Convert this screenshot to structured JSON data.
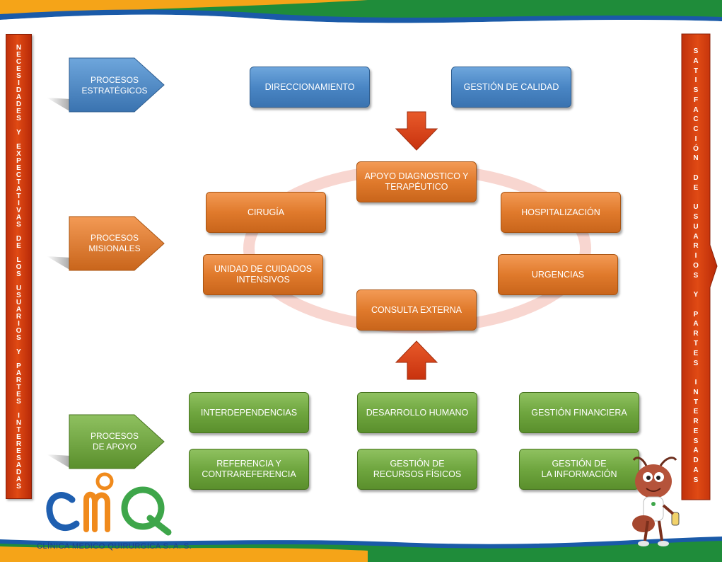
{
  "left_sidebar": {
    "text": "NECESIDADES Y EXPECTATIVAS DE LOS USUARIOS Y PARTES INTERESADAS"
  },
  "right_sidebar": {
    "text": "SATISFACCIÓN DE USUARIOS Y PARTES INTERESADAS"
  },
  "categories": {
    "strategic": {
      "label": "PROCESOS\nESTRATÉGICOS",
      "color": "#4a86c5"
    },
    "missional": {
      "label": "PROCESOS\nMISIONALES",
      "color": "#e07a2c"
    },
    "support": {
      "label": "PROCESOS\nDE APOYO",
      "color": "#6fa63f"
    }
  },
  "strategic_processes": [
    "DIRECCIONAMIENTO",
    "GESTIÓN DE CALIDAD"
  ],
  "missional_processes": {
    "top": "APOYO DIAGNOSTICO Y\nTERAPÉUTICO",
    "left_top": "CIRUGÍA",
    "left_bottom": "UNIDAD DE CUIDADOS\nINTENSIVOS",
    "right_top": "HOSPITALIZACIÓN",
    "right_bottom": "URGENCIAS",
    "bottom": "CONSULTA EXTERNA"
  },
  "support_processes": [
    "INTERDEPENDENCIAS",
    "DESARROLLO HUMANO",
    "GESTIÓN FINANCIERA",
    "REFERENCIA Y\nCONTRAREFERENCIA",
    "GESTIÓN DE\nRECURSOS FÍSICOS",
    "GESTIÓN DE\nLA INFORMACIÓN"
  ],
  "logo": {
    "letters": "CMQ",
    "name": "CLÍNICA MEDICO QUIRURGICA S. A. S."
  },
  "colors": {
    "blue": "#4a86c5",
    "orange": "#e07a2c",
    "green": "#6fa63f",
    "red_arrow": "#d9411a",
    "sidebar": "#d13d10"
  }
}
